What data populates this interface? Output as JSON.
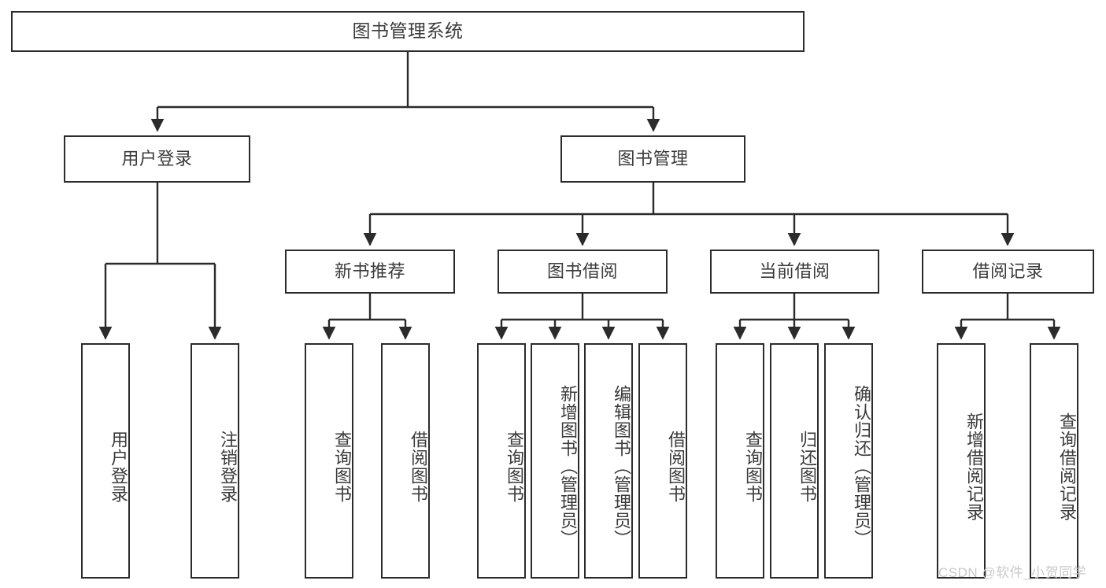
{
  "diagram": {
    "title": "图书管理系统",
    "theme": {
      "background": "#ffffff",
      "node_border": "#2b2b2b",
      "node_fill": "#ffffff",
      "text": "#3a3a3a",
      "edge": "#2b2b2b",
      "watermark": "#c9c9c9"
    },
    "nodes": {
      "root": {
        "label": "图书管理系统"
      },
      "level2": [
        {
          "id": "user-login",
          "label": "用户登录"
        },
        {
          "id": "book-management",
          "label": "图书管理"
        }
      ],
      "level3": [
        {
          "id": "new-book-recommend",
          "label": "新书推荐"
        },
        {
          "id": "book-borrow",
          "label": "图书借阅"
        },
        {
          "id": "current-borrow",
          "label": "当前借阅"
        },
        {
          "id": "borrow-record",
          "label": "借阅记录"
        }
      ],
      "leaves": {
        "user_login": [
          {
            "id": "leaf-user-login",
            "label": "用户登录"
          },
          {
            "id": "leaf-logout-login",
            "label": "注销登录"
          }
        ],
        "new_book_recommend": [
          {
            "id": "leaf-query-book-1",
            "label": "查询图书"
          },
          {
            "id": "leaf-borrow-book-1",
            "label": "借阅图书"
          }
        ],
        "book_borrow": [
          {
            "id": "leaf-query-book-2",
            "label": "查询图书"
          },
          {
            "id": "leaf-add-book",
            "label": "新增图书（管理员）"
          },
          {
            "id": "leaf-edit-book",
            "label": "编辑图书（管理员）"
          },
          {
            "id": "leaf-borrow-book-2",
            "label": "借阅图书"
          }
        ],
        "current_borrow": [
          {
            "id": "leaf-query-book-3",
            "label": "查询图书"
          },
          {
            "id": "leaf-return-book",
            "label": "归还图书"
          },
          {
            "id": "leaf-confirm-return",
            "label": "确认归还（管理员）"
          }
        ],
        "borrow_record": [
          {
            "id": "leaf-add-record",
            "label": "新增借阅记录"
          },
          {
            "id": "leaf-query-record",
            "label": "查询借阅记录"
          }
        ]
      }
    },
    "watermark": "CSDN @软件_小贺同学"
  }
}
